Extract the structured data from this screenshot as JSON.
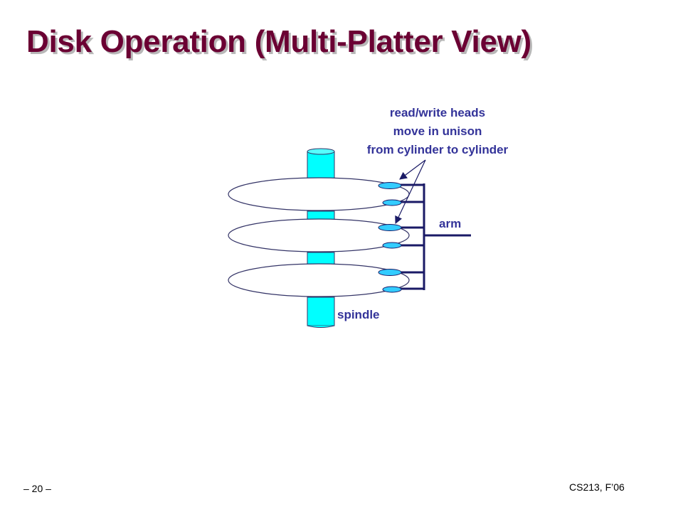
{
  "slide": {
    "title": "Disk Operation (Multi-Platter View)",
    "callout": {
      "lines": [
        "read/write heads",
        "move in unison",
        "from cylinder to cylinder"
      ]
    },
    "arm_label": "arm",
    "spindle_label": "spindle",
    "page_number": "– 20 –",
    "course": "CS213, F’06"
  },
  "colors": {
    "title": "#6b0033",
    "label_text": "#333399",
    "spindle_fill": "#00ffff",
    "head_fill": "#33ccff",
    "arm_line": "#1a1a66",
    "platter_outline": "#333366"
  }
}
